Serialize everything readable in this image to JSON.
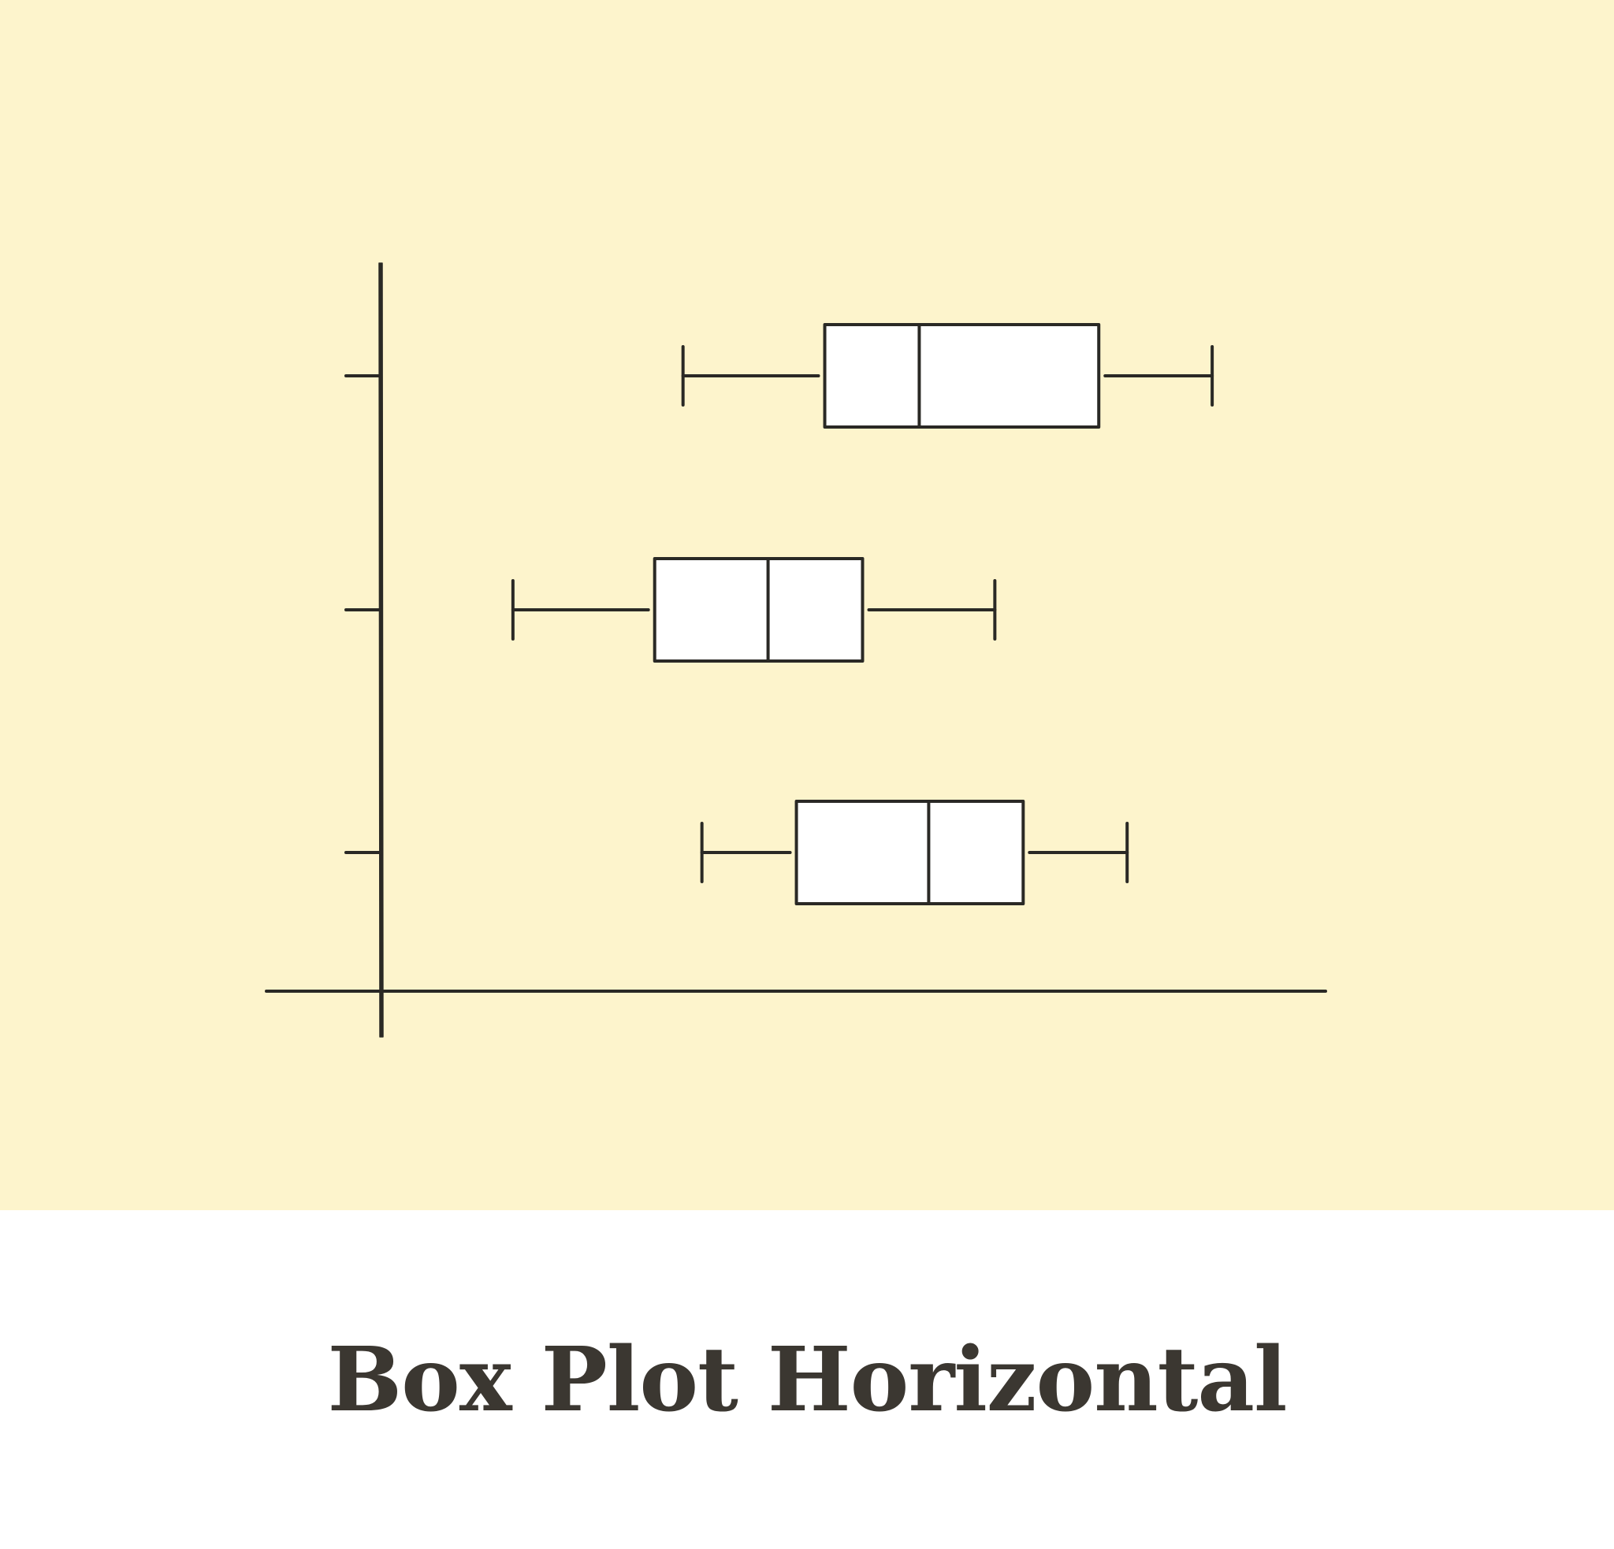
{
  "caption": "Box Plot Horizontal",
  "colors": {
    "panel_background": "#fdf4cc",
    "ink": "#2a2925",
    "box_fill": "#ffffff",
    "caption_text": "#3b3731"
  },
  "chart_data": {
    "type": "box",
    "orientation": "horizontal",
    "title": "",
    "xlabel": "",
    "ylabel": "",
    "xlim": [
      0,
      100
    ],
    "grid": false,
    "legend": "none",
    "boxes": [
      {
        "min": 32,
        "q1": 47,
        "median": 57,
        "q3": 76,
        "max": 88
      },
      {
        "min": 14,
        "q1": 29,
        "median": 41,
        "q3": 51,
        "max": 65
      },
      {
        "min": 34,
        "q1": 44,
        "median": 58,
        "q3": 68,
        "max": 79
      }
    ]
  }
}
